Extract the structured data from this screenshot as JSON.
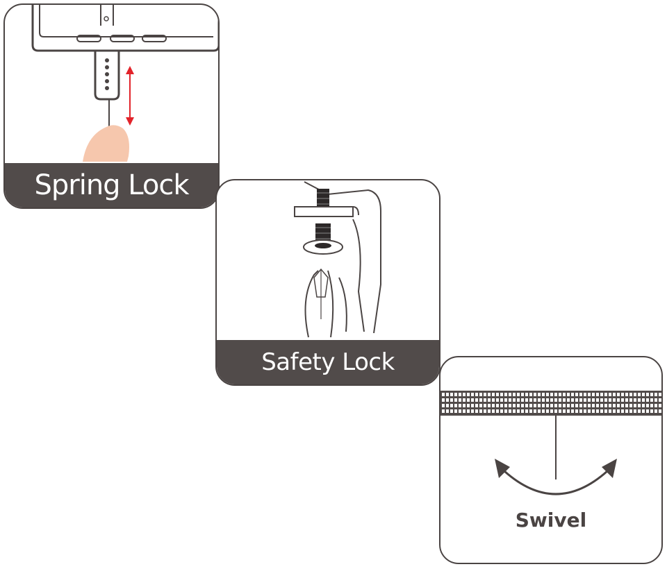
{
  "features": [
    {
      "label": "Spring Lock",
      "icon": "spring-lock-illustration"
    },
    {
      "label": "Safety  Lock",
      "icon": "safety-lock-illustration"
    },
    {
      "label": "Swivel",
      "icon": "swivel-illustration"
    }
  ],
  "colors": {
    "caption_bg": "#514b4a",
    "line": "#4a4443",
    "arrow_red": "#e2232a",
    "finger": "#f6c7ad"
  }
}
